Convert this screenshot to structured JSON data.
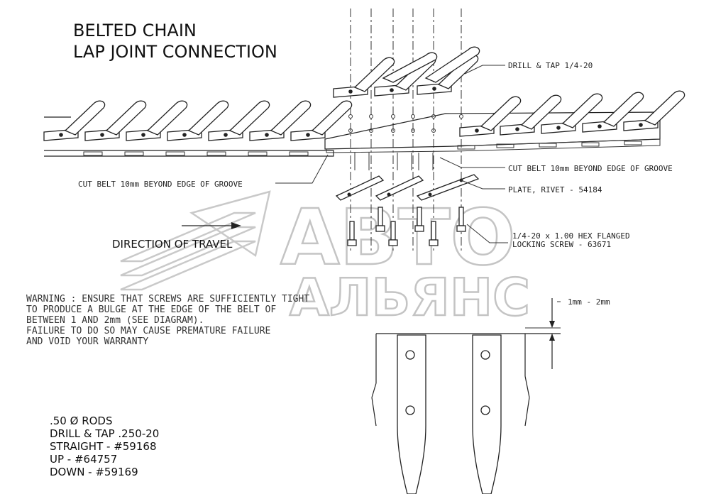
{
  "title": {
    "line1": "BELTED CHAIN",
    "line2": "LAP JOINT CONNECTION"
  },
  "callouts": {
    "drill_tap": "DRILL & TAP 1/4-20",
    "cut_belt_right": "CUT BELT 10mm BEYOND EDGE OF GROOVE",
    "cut_belt_left": "CUT BELT 10mm BEYOND EDGE OF GROOVE",
    "plate_rivet": "PLATE, RIVET - 54184",
    "screw_line1": "1/4-20 x 1.00 HEX FLANGED",
    "screw_line2": "LOCKING SCREW - 63671",
    "gap": "1mm - 2mm"
  },
  "direction_of_travel": "DIRECTION OF TRAVEL",
  "warning": [
    "WARNING : ENSURE THAT SCREWS ARE SUFFICIENTLY TIGHT",
    "TO PRODUCE A BULGE AT THE EDGE OF THE BELT OF",
    "BETWEEN 1 AND 2mm (SEE DIAGRAM).",
    "FAILURE TO DO SO MAY CAUSE PREMATURE FAILURE",
    "AND VOID YOUR WARRANTY"
  ],
  "specs": [
    ".50 Ø RODS",
    "DRILL & TAP .250-20",
    "STRAIGHT - #59168",
    "UP - #64757",
    "DOWN - #59169"
  ],
  "watermark": {
    "line1": "АВТО",
    "line2": "АЛЬЯНС"
  }
}
